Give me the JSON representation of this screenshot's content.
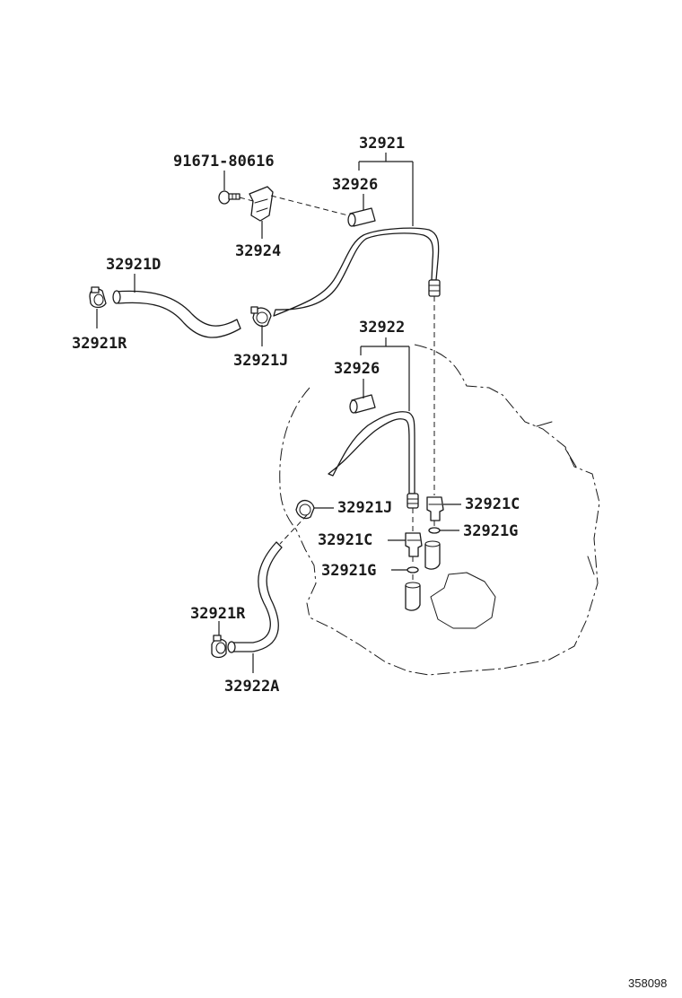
{
  "labels": {
    "p_91671": "91671-80616",
    "p_32921": "32921",
    "p_32926_top": "32926",
    "p_32924": "32924",
    "p_32921D": "32921D",
    "p_32921R_top": "32921R",
    "p_32921J_top": "32921J",
    "p_32922": "32922",
    "p_32926_mid": "32926",
    "p_32921C_right": "32921C",
    "p_32921J_mid": "32921J",
    "p_32921G_right": "32921G",
    "p_32921C_mid": "32921C",
    "p_32921G_mid": "32921G",
    "p_32921R_bot": "32921R",
    "p_32922A": "32922A"
  },
  "figure_number": "358098"
}
